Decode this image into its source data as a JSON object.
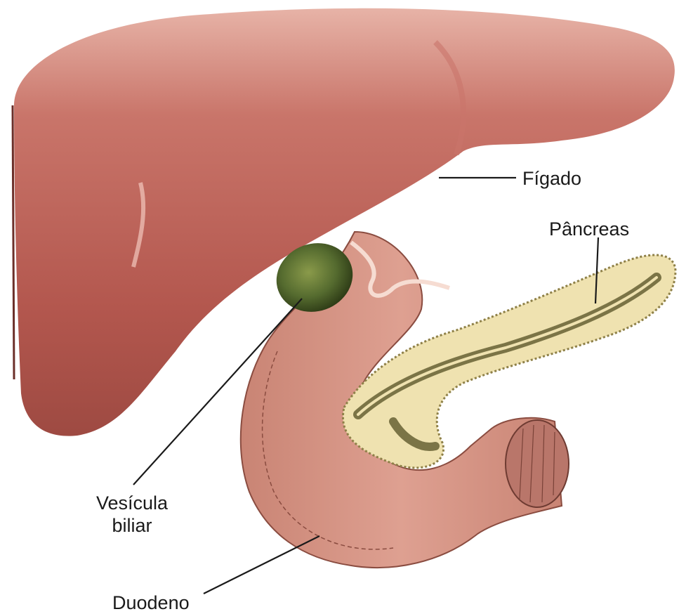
{
  "labels": {
    "liver": "Fígado",
    "pancreas": "Pâncreas",
    "gallbladder_line1": "Vesícula",
    "gallbladder_line2": "biliar",
    "duodenum": "Duodeno"
  },
  "colors": {
    "liver": "#b3574e",
    "liver_highlight": "#e09a8c",
    "gallbladder": "#556b2f",
    "duodenum": "#d89a8a",
    "duodenum_inner": "#e8b3a3",
    "pancreas": "#efe2b0",
    "pancreas_duct": "#7b7446",
    "leader": "#1a1a1a"
  }
}
